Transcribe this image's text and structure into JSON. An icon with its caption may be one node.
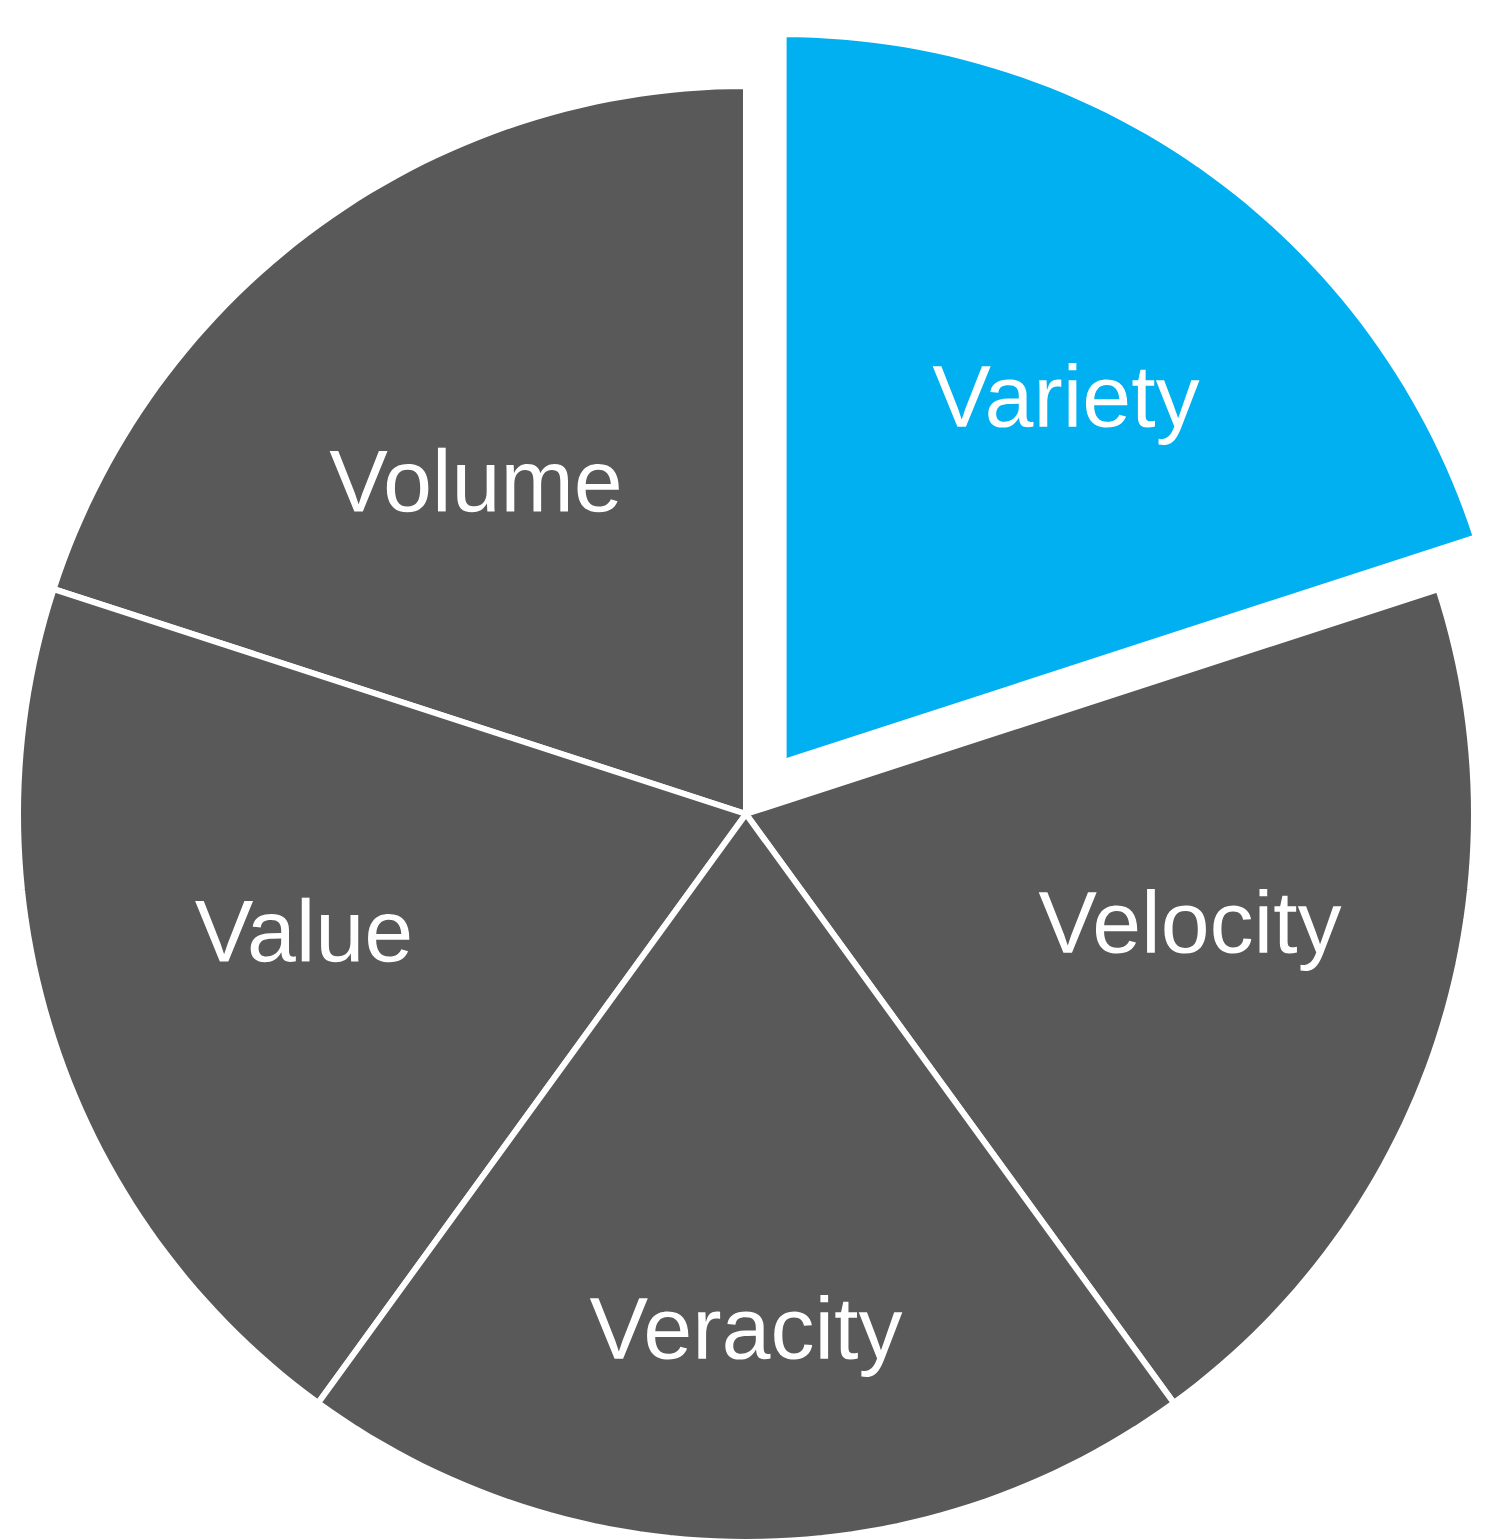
{
  "diagram": {
    "nodes": [
      {
        "text": [
          "Variety"
        ]
      },
      {
        "text": [
          "Volume"
        ]
      },
      {
        "text": [
          "Value"
        ]
      },
      {
        "text": [
          "Velocity"
        ]
      },
      {
        "text": [
          "Veracity"
        ]
      }
    ]
  }
}
